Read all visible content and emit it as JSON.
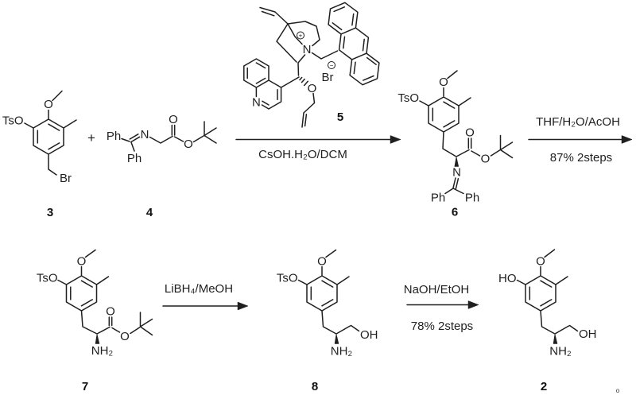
{
  "scheme": {
    "plus_operator": "+",
    "footnote_mark": "o",
    "compound_numbers": {
      "c3": "3",
      "c4": "4",
      "c5": "5",
      "c6": "6",
      "c7": "7",
      "c8": "8",
      "c2": "2"
    },
    "atoms": {
      "tso": "TsO",
      "o": "O",
      "br": "Br",
      "n": "N",
      "ph": "Ph",
      "nh2": "NH₂",
      "oh": "OH",
      "ho": "HO",
      "plus": "+",
      "minus": "−"
    },
    "reactions": {
      "r1": {
        "below": "CsOH.H₂O/DCM"
      },
      "r2": {
        "above": "THF/H₂O/AcOH",
        "below": "87% 2steps"
      },
      "r3": {
        "above": "LiBH₄/MeOH"
      },
      "r4": {
        "above": "NaOH/EtOH",
        "below": "78% 2steps"
      }
    }
  }
}
